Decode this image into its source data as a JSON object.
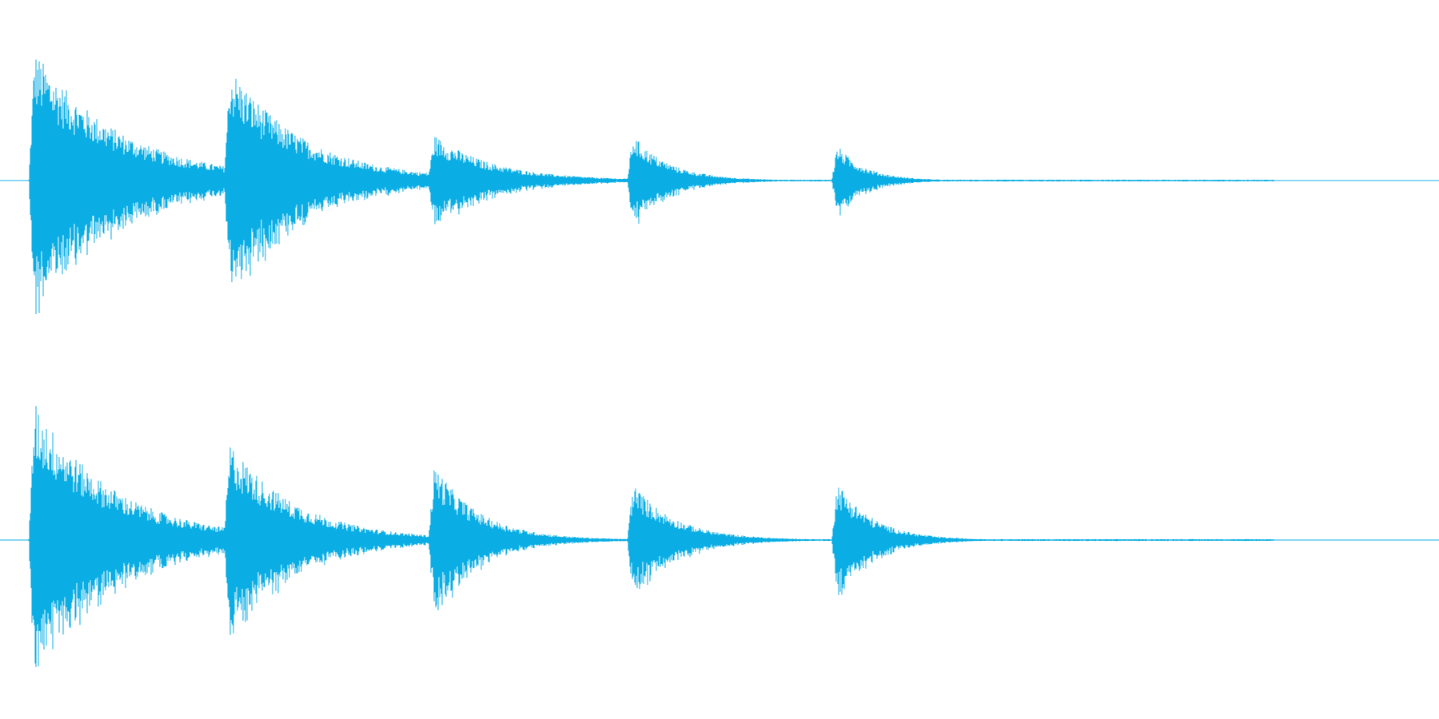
{
  "waveform": {
    "color": "#0aaee4",
    "baseline_color": "#0aaee4",
    "background": "#ffffff",
    "channels": [
      {
        "label": "",
        "onsets": [
          0.02,
          0.156,
          0.298,
          0.436,
          0.578
        ],
        "peaks": [
          0.92,
          0.72,
          0.28,
          0.34,
          0.28
        ],
        "decay": [
          0.06,
          0.05,
          0.04,
          0.025,
          0.02
        ]
      },
      {
        "label": "",
        "onsets": [
          0.02,
          0.156,
          0.298,
          0.436,
          0.578
        ],
        "peaks": [
          0.98,
          0.62,
          0.54,
          0.42,
          0.45
        ],
        "decay": [
          0.055,
          0.045,
          0.03,
          0.03,
          0.025
        ]
      }
    ],
    "end_fraction": 0.885
  }
}
